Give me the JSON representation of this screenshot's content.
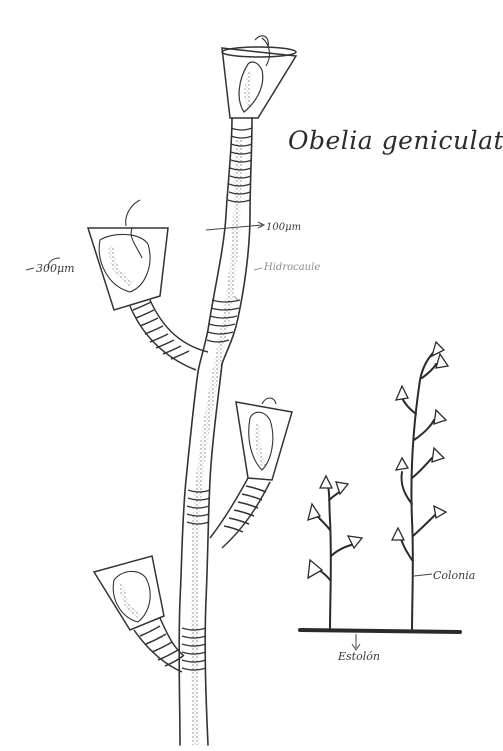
{
  "title": "Obelia geniculata",
  "labels": {
    "width_scale": "100μm",
    "hydrotheca_scale": "300μm",
    "hydrocaulus": "Hidrocaule",
    "colony": "Colonia",
    "stolon": "Estolón"
  },
  "colors": {
    "ink": "#333333",
    "stipple": "#8a8a8a",
    "paper": "#ffffff"
  }
}
